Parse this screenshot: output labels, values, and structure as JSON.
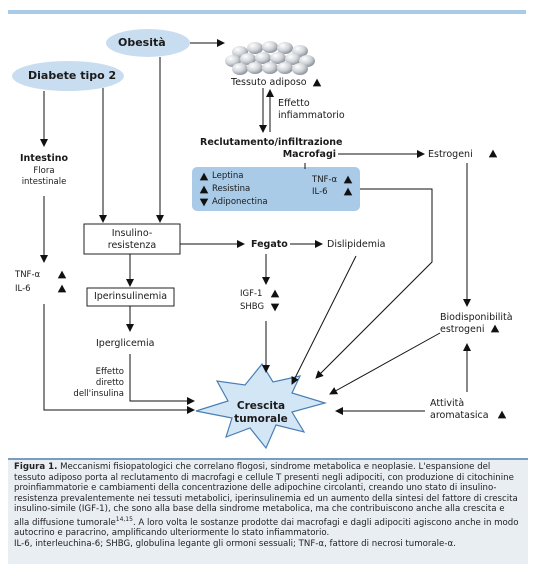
{
  "nodes": {
    "obesita": "Obesità",
    "diabete": "Diabete tipo 2",
    "tessuto_adiposo": "Tessuto adiposo",
    "effetto_infiammatorio_1": "Effetto",
    "effetto_infiammatorio_2": "infiammatorio",
    "reclutamento_1": "Reclutamento/infiltrazione",
    "reclutamento_2": "Macrofagi",
    "estrogeni": "Estrogeni",
    "intestino": "Intestino",
    "flora_1": "Flora",
    "flora_2": "intestinale",
    "leptina": "Leptina",
    "resistina": "Resistina",
    "adiponectina": "Adiponectina",
    "tnf_alpha_box": "TNF-α",
    "il6_box": "IL-6",
    "insulino_1": "Insulino-",
    "insulino_2": "resistenza",
    "fegato": "Fegato",
    "dislipidemia": "Dislipidemia",
    "tnf_alpha_left": "TNF-α",
    "il6_left": "IL-6",
    "iperinsulinemia": "Iperinsulinemia",
    "igf1": "IGF-1",
    "shbg": "SHBG",
    "biodisp_1": "Biodisponibilità",
    "biodisp_2": "estrogeni",
    "iperglicemia": "Iperglicemia",
    "effetto_diretto_1": "Effetto",
    "effetto_diretto_2": "diretto",
    "effetto_diretto_3": "dell'insulina",
    "crescita_1": "Crescita",
    "crescita_2": "tumorale",
    "attivita_1": "Attività",
    "attivita_2": "aromatasica"
  },
  "caption": {
    "label": "Figura 1.",
    "text": "Meccanismi fisiopatologici che correlano flogosi, sindrome metabolica e neoplasie. L'espansione del tessuto adiposo porta al reclutamento di macrofagi e cellule T presenti negli adipociti, con produzione di citochinine proinfiammatorie e cambiamenti della concentrazione delle adipochine circolanti, creando uno stato di insulino-resistenza prevalentemente nei tessuti metabolici, iperinsulinemia ed un aumento della sintesi del fattore di crescita insulino-simile (IGF-1), che sono alla base della sindrome metabolica, ma che contribuiscono anche alla crescita e alla diffusione tumorale",
    "refs": "14,15",
    "text2": ". A loro volta le sostanze prodotte dai macrofagi e dagli adipociti agiscono anche in modo autocrino e paracrino, amplificando ulteriormente lo stato infiammatorio.",
    "abbrev": "IL-6, interleuchina-6; SHBG, globulina legante gli ormoni sessuali; TNF-α, fattore di necrosi tumorale-α."
  },
  "colors": {
    "ellipse_fill": "#c9ddf0",
    "adipokine_box": "#a9cbe8",
    "top_bar": "#a9cbe8",
    "caption_bg": "#e9eef3",
    "burst_fill": "#d3e6f6",
    "burst_stroke": "#4a7fb5"
  }
}
